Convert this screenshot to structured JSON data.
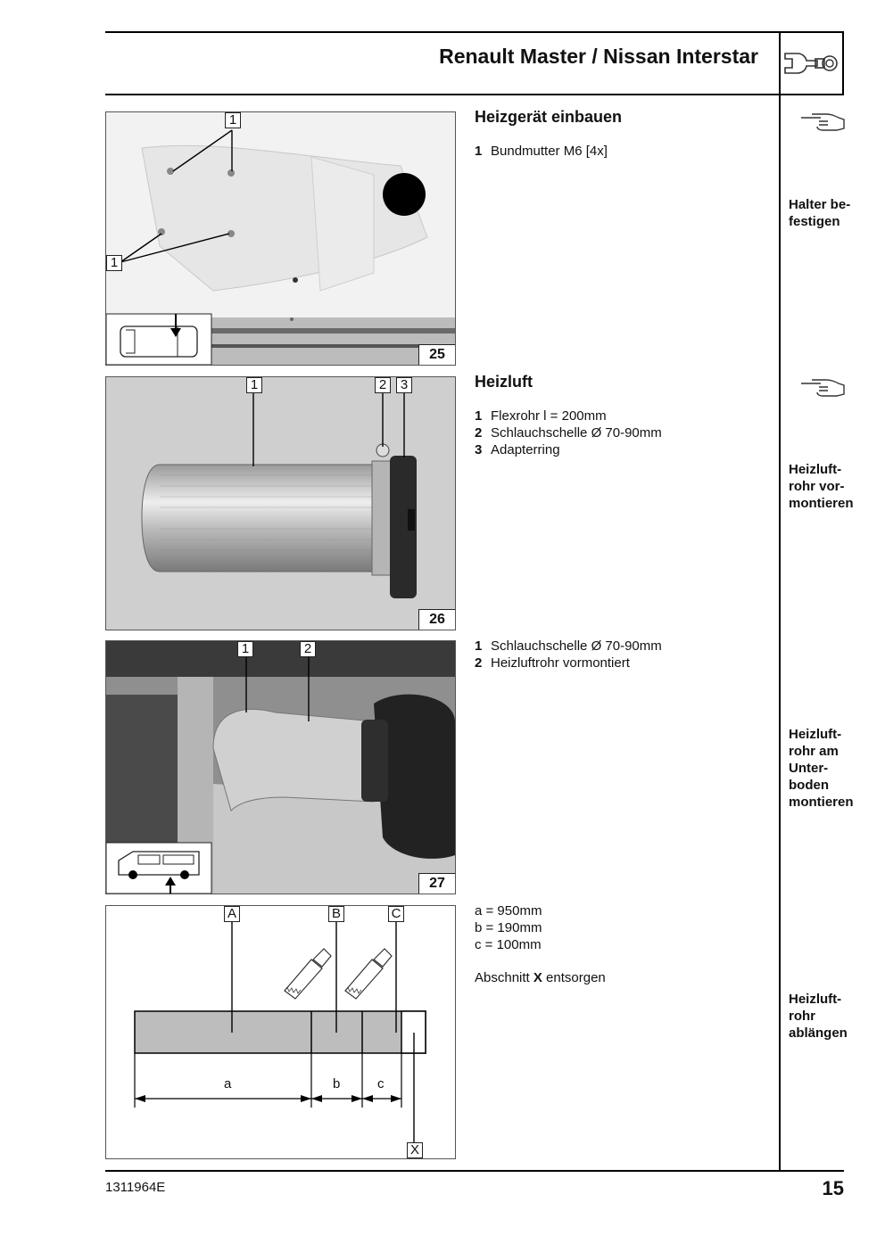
{
  "header": {
    "title": "Renault Master / Nissan Interstar",
    "icon": "wrench-icon"
  },
  "sections": [
    {
      "heading": "Heizgerät einbauen",
      "items": [
        {
          "num": "1",
          "text": "Bundmutter M6 [4x]"
        }
      ],
      "side_label": "Halter be-\nfestigen",
      "figure": {
        "number": "25",
        "callouts": [
          "1",
          "1"
        ]
      }
    },
    {
      "heading": "Heizluft",
      "items": [
        {
          "num": "1",
          "text": "Flexrohr l = 200mm"
        },
        {
          "num": "2",
          "text": "Schlauchschelle Ø 70-90mm"
        },
        {
          "num": "3",
          "text": "Adapterring"
        }
      ],
      "side_label": "Heizluft-\nrohr vor-\nmontieren",
      "figure": {
        "number": "26",
        "callouts": [
          "1",
          "2",
          "3"
        ]
      }
    },
    {
      "items": [
        {
          "num": "1",
          "text": "Schlauchschelle Ø 70-90mm"
        },
        {
          "num": "2",
          "text": "Heizluftrohr vormontiert"
        }
      ],
      "side_label": "Heizluft-\nrohr am\nUnter-\nboden\nmontieren",
      "figure": {
        "number": "27",
        "callouts": [
          "1",
          "2"
        ]
      }
    },
    {
      "dimensions": [
        "a = 950mm",
        "b = 190mm",
        "c = 100mm"
      ],
      "disposal_prefix": "Abschnitt ",
      "disposal_bold": "X",
      "disposal_suffix": " entsorgen",
      "side_label": "Heizluft-\nrohr\nablängen",
      "diagram": {
        "callouts": [
          "A",
          "B",
          "C",
          "X"
        ],
        "dim_labels": [
          "a",
          "b",
          "c"
        ]
      }
    }
  ],
  "footer": {
    "doc_code": "1311964E",
    "page": "15"
  },
  "icons": [
    "wrench-icon",
    "pointing-hand-icon",
    "pointing-hand-icon",
    "saw-icon",
    "saw-icon",
    "van-top-view-icon",
    "van-side-view-icon"
  ]
}
